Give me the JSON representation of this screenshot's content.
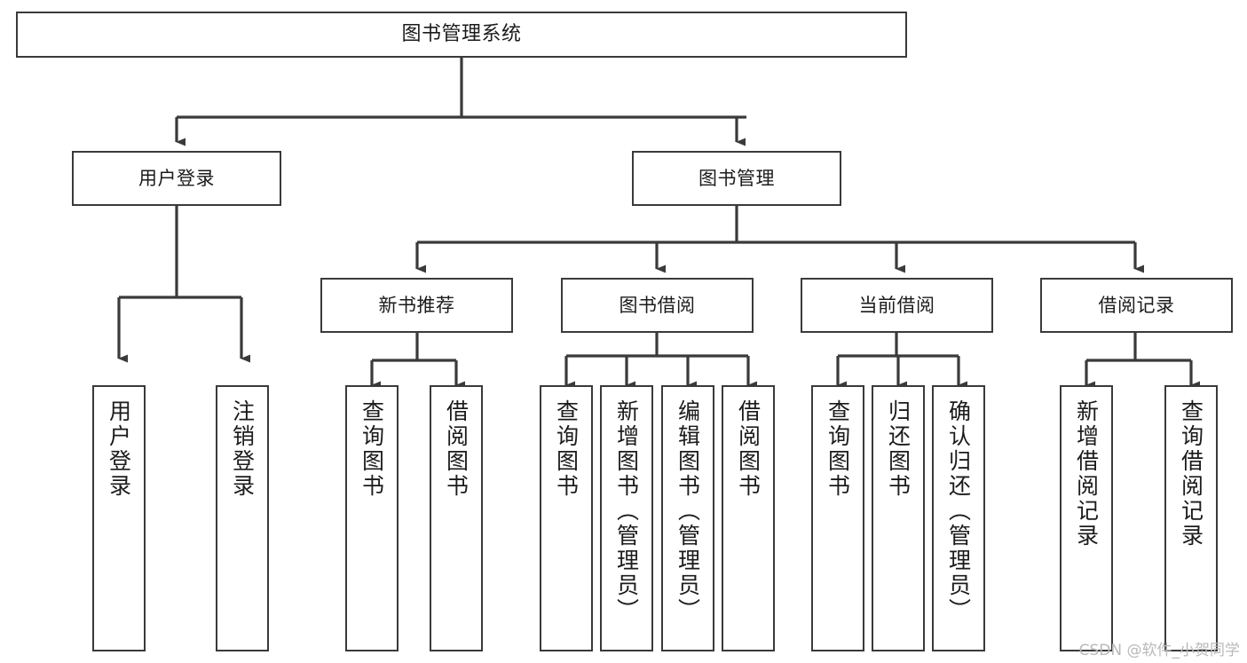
{
  "diagram": {
    "title": "图书管理系统",
    "type": "tree",
    "orientation": "top-down",
    "colors": {
      "box_border": "#3a3a3a",
      "box_fill": "#ffffff",
      "connector": "#3a3a3a",
      "text": "#1b1b1b",
      "watermark": "#b9b9b9",
      "background": "#ffffff"
    }
  },
  "nodes": {
    "root": {
      "label": "图书管理系统"
    },
    "level2": [
      {
        "id": "user-login",
        "label": "用户登录"
      },
      {
        "id": "book-manage",
        "label": "图书管理"
      }
    ],
    "level3": [
      {
        "id": "new-book-recommend",
        "label": "新书推荐"
      },
      {
        "id": "book-borrow",
        "label": "图书借阅"
      },
      {
        "id": "current-borrow",
        "label": "当前借阅"
      },
      {
        "id": "borrow-record",
        "label": "借阅记录"
      }
    ],
    "leaves": [
      {
        "id": "leaf-user-login",
        "label": "用户登录",
        "parent": "user-login"
      },
      {
        "id": "leaf-logout",
        "label": "注销登录",
        "parent": "user-login"
      },
      {
        "id": "leaf-query-book-1",
        "label": "查询图书",
        "parent": "new-book-recommend"
      },
      {
        "id": "leaf-borrow-book-1",
        "label": "借阅图书",
        "parent": "new-book-recommend"
      },
      {
        "id": "leaf-query-book-2",
        "label": "查询图书",
        "parent": "book-borrow"
      },
      {
        "id": "leaf-add-book",
        "label": "新增图书（管理员）",
        "parent": "book-borrow"
      },
      {
        "id": "leaf-edit-book",
        "label": "编辑图书（管理员）",
        "parent": "book-borrow"
      },
      {
        "id": "leaf-borrow-book-2",
        "label": "借阅图书",
        "parent": "book-borrow"
      },
      {
        "id": "leaf-query-book-3",
        "label": "查询图书",
        "parent": "current-borrow"
      },
      {
        "id": "leaf-return-book",
        "label": "归还图书",
        "parent": "current-borrow"
      },
      {
        "id": "leaf-confirm-return",
        "label": "确认归还（管理员）",
        "parent": "current-borrow"
      },
      {
        "id": "leaf-add-record",
        "label": "新增借阅记录",
        "parent": "borrow-record"
      },
      {
        "id": "leaf-query-record",
        "label": "查询借阅记录",
        "parent": "borrow-record"
      }
    ]
  },
  "watermark": {
    "text": "CSDN @软件_小贺同学"
  }
}
